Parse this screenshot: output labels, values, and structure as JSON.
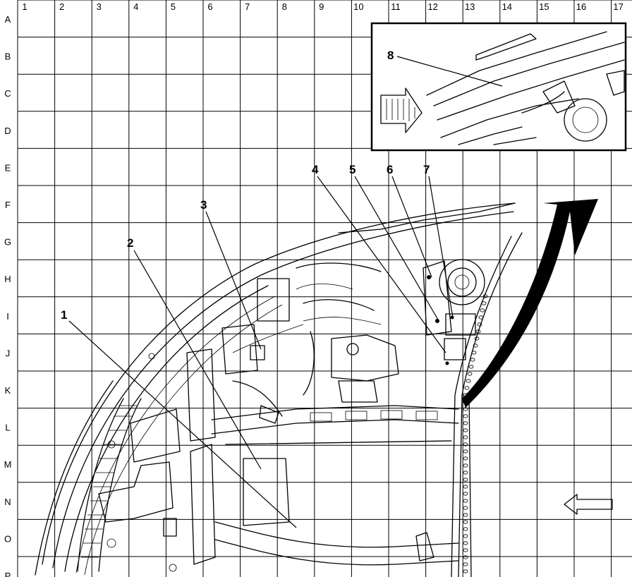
{
  "grid": {
    "columns": [
      "1",
      "2",
      "3",
      "4",
      "5",
      "6",
      "7",
      "8",
      "9",
      "10",
      "11",
      "12",
      "13",
      "14",
      "15",
      "16",
      "17"
    ],
    "rows": [
      "A",
      "B",
      "C",
      "D",
      "E",
      "F",
      "G",
      "H",
      "I",
      "J",
      "K",
      "L",
      "M",
      "N",
      "O",
      "P"
    ]
  },
  "callouts": [
    {
      "id": "1",
      "label": "1"
    },
    {
      "id": "2",
      "label": "2"
    },
    {
      "id": "3",
      "label": "3"
    },
    {
      "id": "4",
      "label": "4"
    },
    {
      "id": "5",
      "label": "5"
    },
    {
      "id": "6",
      "label": "6"
    },
    {
      "id": "7",
      "label": "7"
    },
    {
      "id": "8",
      "label": "8"
    }
  ]
}
